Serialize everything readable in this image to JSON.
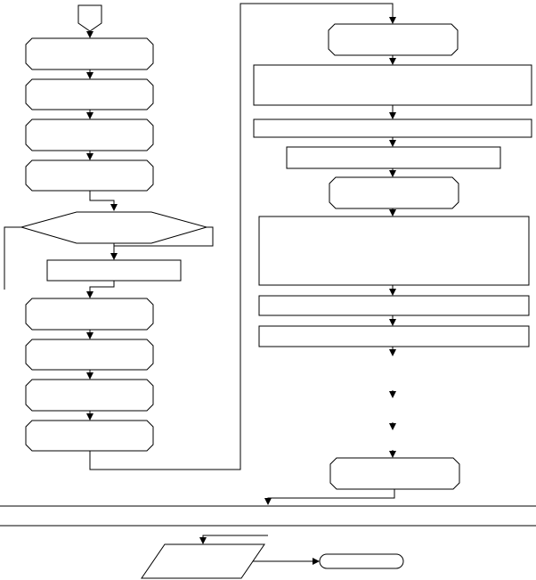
{
  "diagram": {
    "type": "flowchart",
    "colors": {
      "stroke": "#000000",
      "fill": "#ffffff"
    },
    "nodes": [
      {
        "id": "start-connector",
        "shape": "offpage-connector",
        "text": ""
      },
      {
        "id": "left-step-1",
        "shape": "cut-corner-rect",
        "text": ""
      },
      {
        "id": "left-step-2",
        "shape": "cut-corner-rect",
        "text": ""
      },
      {
        "id": "left-step-3",
        "shape": "cut-corner-rect",
        "text": ""
      },
      {
        "id": "left-step-4",
        "shape": "cut-corner-rect",
        "text": ""
      },
      {
        "id": "decision",
        "shape": "hexagon",
        "text": ""
      },
      {
        "id": "left-process",
        "shape": "rect",
        "text": ""
      },
      {
        "id": "left-step-5",
        "shape": "cut-corner-rect",
        "text": ""
      },
      {
        "id": "left-step-6",
        "shape": "cut-corner-rect",
        "text": ""
      },
      {
        "id": "left-step-7",
        "shape": "cut-corner-rect",
        "text": ""
      },
      {
        "id": "left-step-8",
        "shape": "cut-corner-rect",
        "text": ""
      },
      {
        "id": "right-step-1",
        "shape": "cut-corner-rect",
        "text": ""
      },
      {
        "id": "right-process-1",
        "shape": "rect",
        "text": ""
      },
      {
        "id": "right-process-2",
        "shape": "rect",
        "text": ""
      },
      {
        "id": "right-process-3",
        "shape": "rect",
        "text": ""
      },
      {
        "id": "right-step-2",
        "shape": "cut-corner-rect",
        "text": ""
      },
      {
        "id": "right-process-4",
        "shape": "rect",
        "text": ""
      },
      {
        "id": "right-process-5",
        "shape": "rect",
        "text": ""
      },
      {
        "id": "right-process-6",
        "shape": "rect",
        "text": ""
      },
      {
        "id": "right-step-3",
        "shape": "cut-corner-rect",
        "text": ""
      },
      {
        "id": "bottom-data",
        "shape": "parallelogram",
        "text": ""
      },
      {
        "id": "terminator",
        "shape": "rounded-terminator",
        "text": ""
      }
    ]
  }
}
